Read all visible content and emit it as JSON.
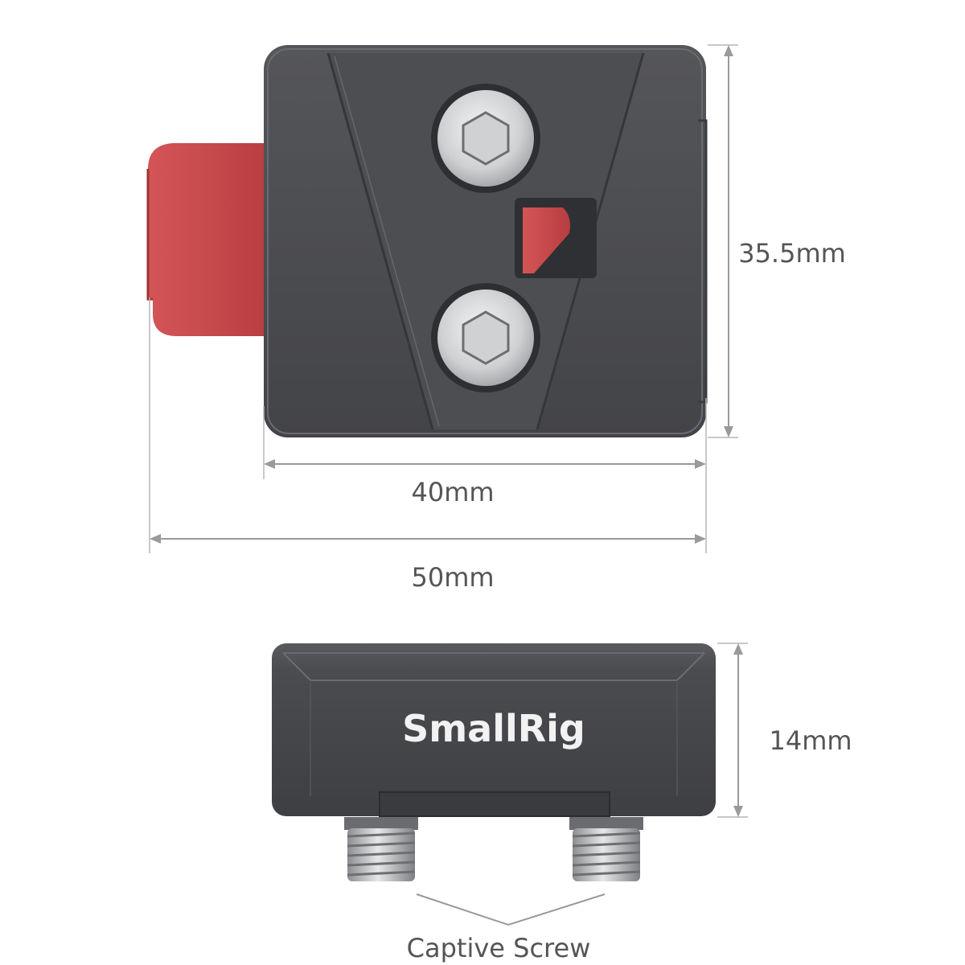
{
  "dimensions": {
    "height_top": "35.5mm",
    "width_body": "40mm",
    "width_total": "50mm",
    "height_side": "14mm"
  },
  "brand": {
    "logo_text": "SmallRig"
  },
  "callout": {
    "captive_screw": "Captive Screw"
  },
  "colors": {
    "body": "#4a4b4f",
    "body_dark": "#3a3b3e",
    "body_edge": "#2b2c2f",
    "accent_red": "#c8484a",
    "screw_silver": "#d9dadc",
    "dimension_line": "#9a9a9a",
    "label_text": "#555555"
  },
  "icons": {
    "hex_screw": "hex-socket-screw-icon",
    "thread_screw": "threaded-screw-icon"
  }
}
